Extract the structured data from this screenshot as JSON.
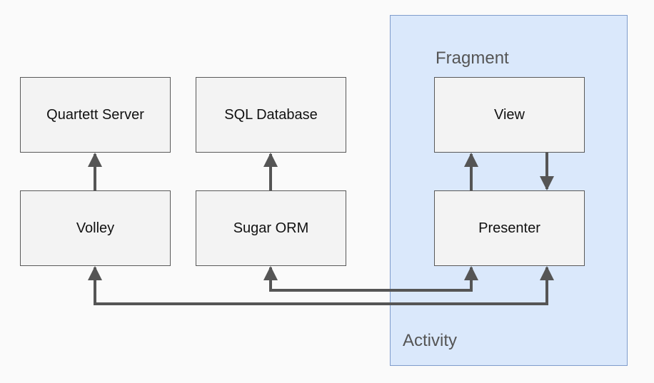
{
  "regions": {
    "activity_label": "Activity",
    "fragment_label": "Fragment"
  },
  "nodes": {
    "quartett_server": "Quartett Server",
    "sql_database": "SQL Database",
    "view": "View",
    "volley": "Volley",
    "sugar_orm": "Sugar ORM",
    "presenter": "Presenter"
  },
  "colors": {
    "background": "#fafafa",
    "node_fill": "#f3f3f3",
    "node_border": "#595959",
    "activity_fill": "#dae8fb",
    "activity_border": "#7f9ccc",
    "arrow": "#555555"
  }
}
